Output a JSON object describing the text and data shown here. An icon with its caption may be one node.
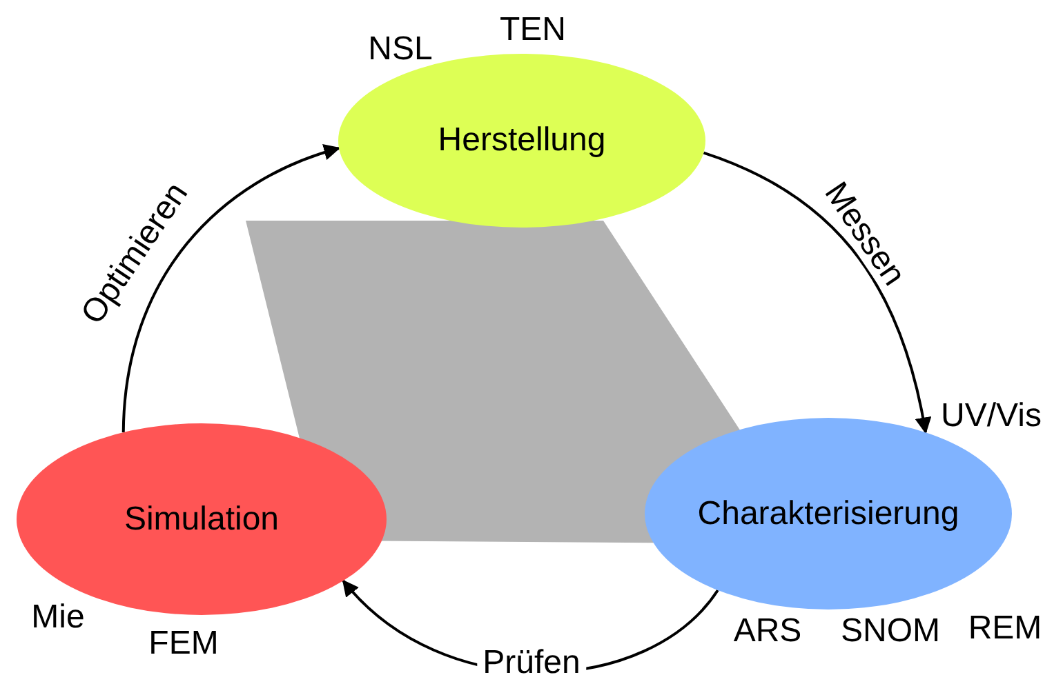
{
  "diagram": {
    "nodes": [
      {
        "text": [
          "Herstellung"
        ],
        "beside": [
          "NSL",
          "TEN"
        ]
      },
      {
        "text": [
          "Charakterisierung"
        ],
        "beside": [
          "UV/Vis",
          "REM",
          "SNOM",
          "ARS"
        ]
      },
      {
        "text": [
          "Simulation"
        ],
        "beside": [
          "Mie",
          "FEM"
        ]
      },
      {
        "text": [],
        "shape": "triangle"
      }
    ],
    "edges": [
      {
        "from": 0,
        "to": 1,
        "arrow": "to",
        "label": "Messen"
      },
      {
        "from": 1,
        "to": 2,
        "arrow": "to",
        "label": "Prüfen"
      },
      {
        "from": 2,
        "to": 0,
        "arrow": "to",
        "label": "Optimieren"
      }
    ]
  }
}
